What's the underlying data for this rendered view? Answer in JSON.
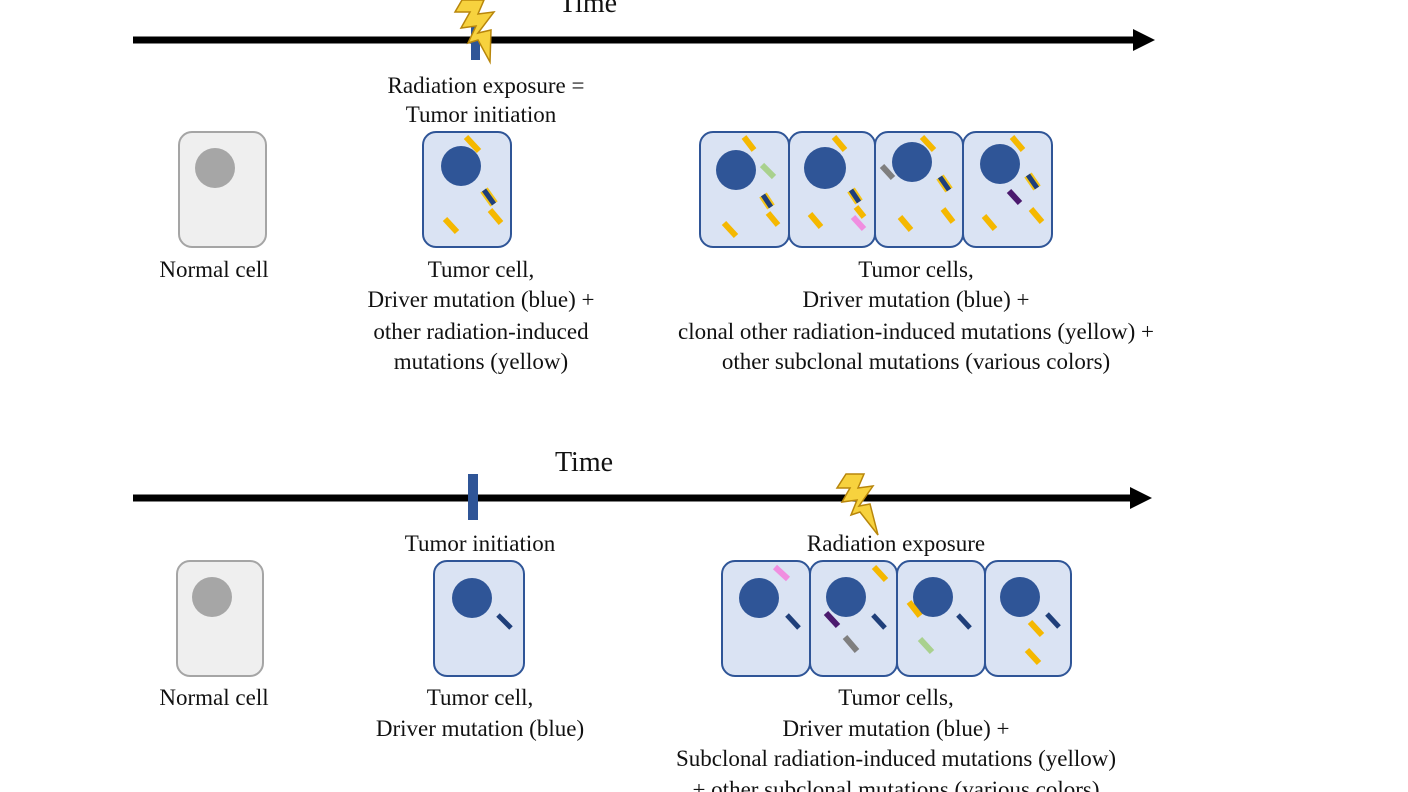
{
  "top_panel": {
    "time_label": "Time",
    "event_label_line1": "Radiation exposure =",
    "event_label_line2": "Tumor initiation",
    "normal_cell_label": "Normal cell",
    "tumor_cell_label": [
      "Tumor cell,",
      "Driver mutation (blue) +",
      "other radiation-induced",
      "mutations (yellow)"
    ],
    "tumor_cells_label": [
      "Tumor cells,",
      "Driver mutation (blue) +",
      "clonal other radiation-induced mutations (yellow) +",
      "other subclonal mutations (various colors)"
    ]
  },
  "bottom_panel": {
    "time_label": "Time",
    "initiation_label": "Tumor initiation",
    "radiation_label": "Radiation exposure",
    "normal_cell_label": "Normal cell",
    "tumor_cell_label": [
      "Tumor cell,",
      "Driver mutation (blue)"
    ],
    "tumor_cells_label": [
      "Tumor cells,",
      "Driver mutation (blue) +",
      "Subclonal radiation-induced mutations (yellow)",
      "+ other subclonal mutations (various colors)"
    ]
  },
  "colors": {
    "driver": "#2f5597",
    "radiation": "#f5b800",
    "cell_fill": "#dae3f3",
    "normal_fill": "#efefef"
  }
}
